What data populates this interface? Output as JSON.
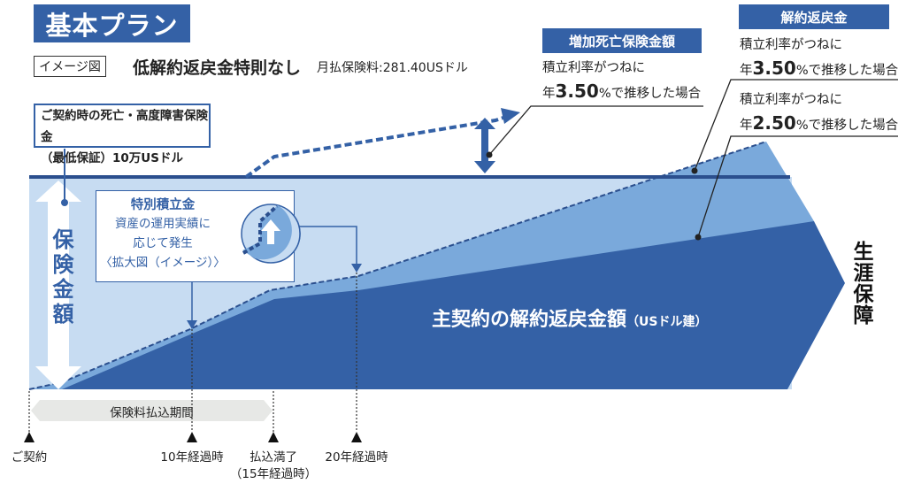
{
  "header": {
    "title": "基本プラン",
    "tag": "イメージ図",
    "plan_name": "低解約返戻金特則なし",
    "premium": "月払保険料:281.40USドル"
  },
  "increase_death": {
    "heading": "増加死亡保険金額",
    "line1": "積立利率がつねに",
    "prefix": "年",
    "rate": "3.50",
    "suffix": "%で推移した場合"
  },
  "surrender": {
    "heading": "解約返戻金",
    "cases": [
      {
        "line1": "積立利率がつねに",
        "prefix": "年",
        "rate": "3.50",
        "suffix": "%で推移した場合"
      },
      {
        "line1": "積立利率がつねに",
        "prefix": "年",
        "rate": "2.50",
        "suffix": "%で推移した場合"
      }
    ]
  },
  "initial_benefit": {
    "line1": "ご契約時の死亡・高度障害保険金",
    "line2": "（最低保証）10万USドル"
  },
  "insured_amount_label": "保険金額",
  "special_reserve": {
    "title": "特別積立金",
    "line1": "資産の運用実績に",
    "line2": "応じて発生",
    "line3": "〈拡大図（イメージ）〉"
  },
  "main_area_label": "主契約の解約返戻金額",
  "main_area_unit": "（USドル建）",
  "lifetime_label": "生涯保障",
  "payment_period": "保険料払込期間",
  "timeline": [
    {
      "label": "ご契約",
      "sub": ""
    },
    {
      "label": "10年経過時",
      "sub": ""
    },
    {
      "label": "払込満了",
      "sub": "（15年経過時）"
    },
    {
      "label": "20年経過時",
      "sub": ""
    }
  ],
  "colors": {
    "dark": "#3461a6",
    "medium": "#7aa9db",
    "light": "#c7dcf2"
  }
}
